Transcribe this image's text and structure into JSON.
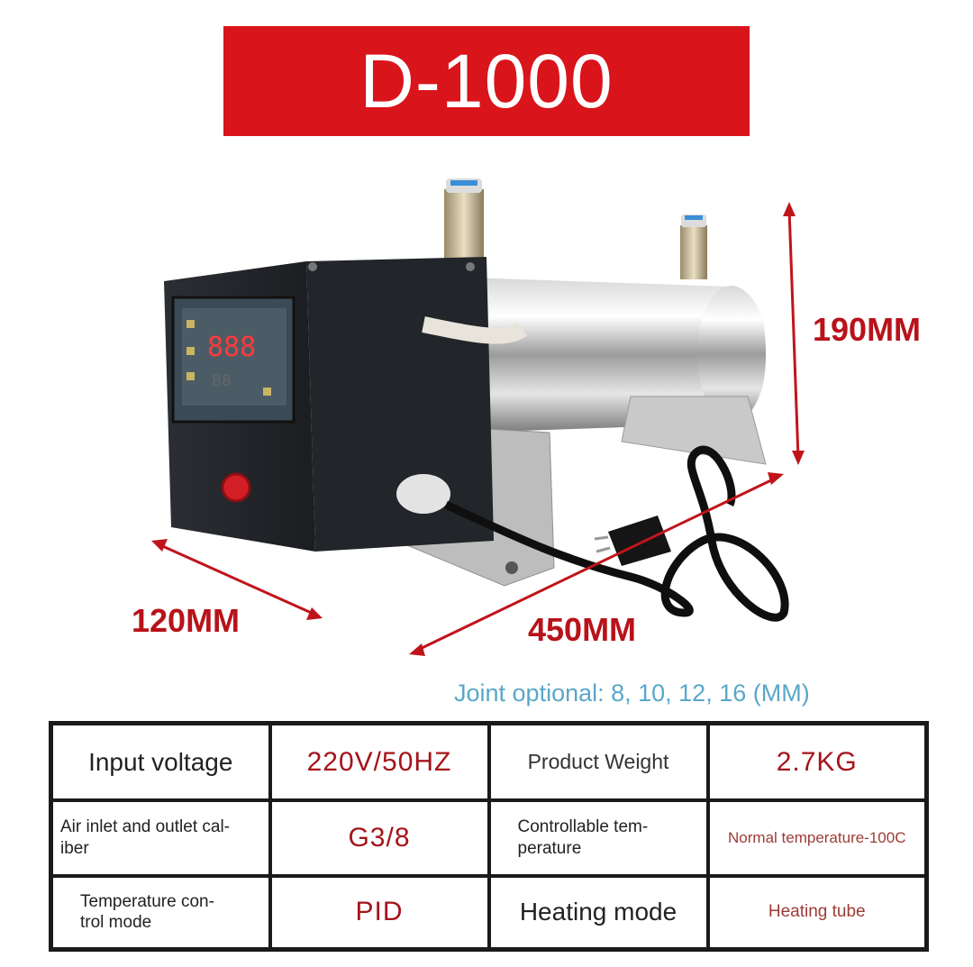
{
  "title": "D-1000",
  "dimensions": {
    "height": "190MM",
    "width": "120MM",
    "length": "450MM"
  },
  "joint_note": "Joint optional: 8, 10, 12, 16 (MM)",
  "specs": [
    [
      {
        "label": "Input voltage",
        "value": "220V/50HZ"
      },
      {
        "label": "Product Weight",
        "value": "2.7KG"
      }
    ],
    [
      {
        "label": "Air inlet and outlet cal-\niber",
        "value": "G3/8"
      },
      {
        "label": "Controllable tem-\nperature",
        "value": "Normal temperature-100C"
      }
    ],
    [
      {
        "label": "Temperature con-\ntrol mode",
        "value": "PID"
      },
      {
        "label": "Heating mode",
        "value": "Heating tube"
      }
    ]
  ],
  "colors": {
    "banner": "#d9141b",
    "dimension_red": "#b8121a",
    "note_blue": "#5aa7c9"
  }
}
